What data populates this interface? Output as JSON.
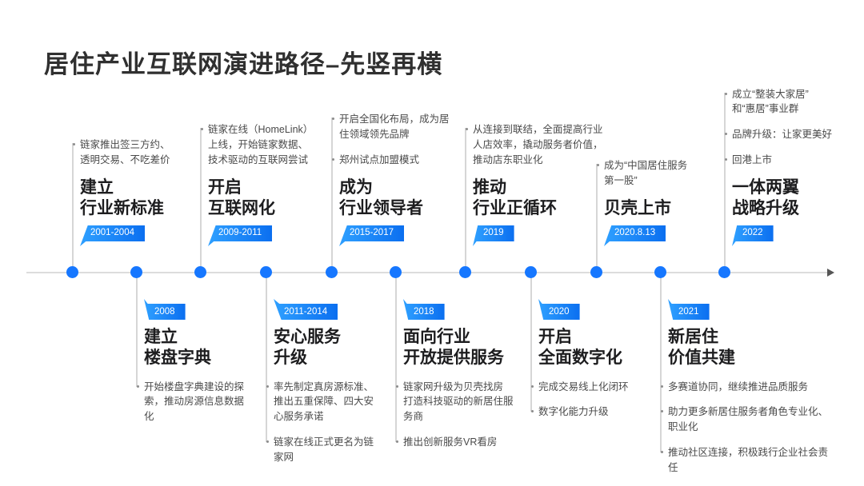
{
  "slide": {
    "title": "居住产业互联网演进路径–先竖再横"
  },
  "timeline": {
    "above": [
      {
        "period": "2001-2004",
        "title": "建立\n行业新标准",
        "notes": [
          "链家推出签三方约、\n透明交易、不吃差价"
        ]
      },
      {
        "period": "2009-2011",
        "title": "开启\n互联网化",
        "notes": [
          "链家在线（HomeLink）\n上线，开始链家数据、\n技术驱动的互联网尝试"
        ]
      },
      {
        "period": "2015-2017",
        "title": "成为\n行业领导者",
        "notes": [
          "开启全国化布局，成为居\n住领域领先品牌",
          "郑州试点加盟模式"
        ]
      },
      {
        "period": "2019",
        "title": "推动\n行业正循环",
        "notes": [
          "从连接到联结，全面提高行业\n人店效率，撬动服务者价值，\n推动店东职业化"
        ]
      },
      {
        "period": "2020.8.13",
        "title": "贝壳上市",
        "notes": [
          "成为“中国居住服务\n第一股”"
        ]
      },
      {
        "period": "2022",
        "title": "一体两翼\n战略升级",
        "notes": [
          "成立“整装大家居”\n和“惠居”事业群",
          "品牌升级：让家更美好",
          "回港上市"
        ]
      }
    ],
    "below": [
      {
        "period": "2008",
        "title": "建立\n楼盘字典",
        "notes": [
          "开始楼盘字典建设的探\n索，推动房源信息数据\n化"
        ]
      },
      {
        "period": "2011-2014",
        "title": "安心服务\n升级",
        "notes": [
          "率先制定真房源标准、\n推出五重保障、四大安\n心服务承诺",
          "链家在线正式更名为链\n家网"
        ]
      },
      {
        "period": "2018",
        "title": "面向行业\n开放提供服务",
        "notes": [
          "链家网升级为贝壳找房\n打造科技驱动的新居住服\n务商",
          "推出创新服务VR看房"
        ]
      },
      {
        "period": "2020",
        "title": "开启\n全面数字化",
        "notes": [
          "完成交易线上化闭环",
          "数字化能力升级"
        ]
      },
      {
        "period": "2021",
        "title": "新居住\n价值共建",
        "notes": [
          "多赛道协同，继续推进品质服务",
          "助力更多新居住服务者角色专业化、\n职业化",
          "推动社区连接，积极践行企业社会责\n任"
        ]
      }
    ]
  },
  "colors": {
    "accent_blue": "#1677ff",
    "badge_gradient_start": "#2fa0ff",
    "badge_gradient_end": "#0b6ff0",
    "axis_gray": "#dcdcdc"
  }
}
